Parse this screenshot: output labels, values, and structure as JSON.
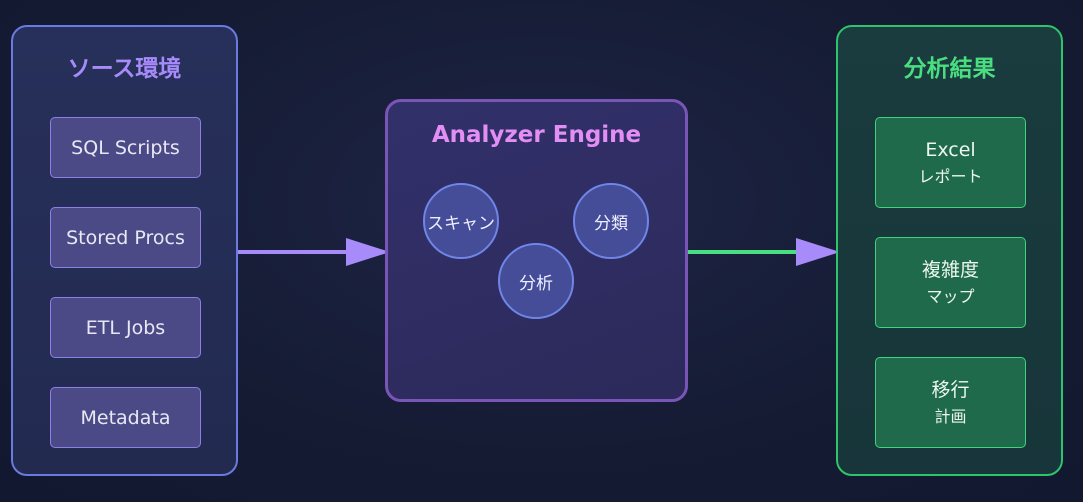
{
  "source": {
    "title": "ソース環境",
    "items": [
      {
        "label": "SQL Scripts"
      },
      {
        "label": "Stored Procs"
      },
      {
        "label": "ETL Jobs"
      },
      {
        "label": "Metadata"
      }
    ]
  },
  "engine": {
    "title": "Analyzer Engine",
    "nodes": [
      {
        "label": "スキャン"
      },
      {
        "label": "分類"
      },
      {
        "label": "分析"
      }
    ]
  },
  "result": {
    "title": "分析結果",
    "items": [
      {
        "line1": "Excel",
        "line2": "レポート"
      },
      {
        "line1": "複雑度",
        "line2": "マップ"
      },
      {
        "line1": "移行",
        "line2": "計画"
      }
    ]
  },
  "colors": {
    "source_accent": "#6b7ae0",
    "engine_accent": "#7a55b8",
    "result_accent": "#2ec46a",
    "arrow_in": "#a78bfa",
    "arrow_out": "#4ade80"
  }
}
